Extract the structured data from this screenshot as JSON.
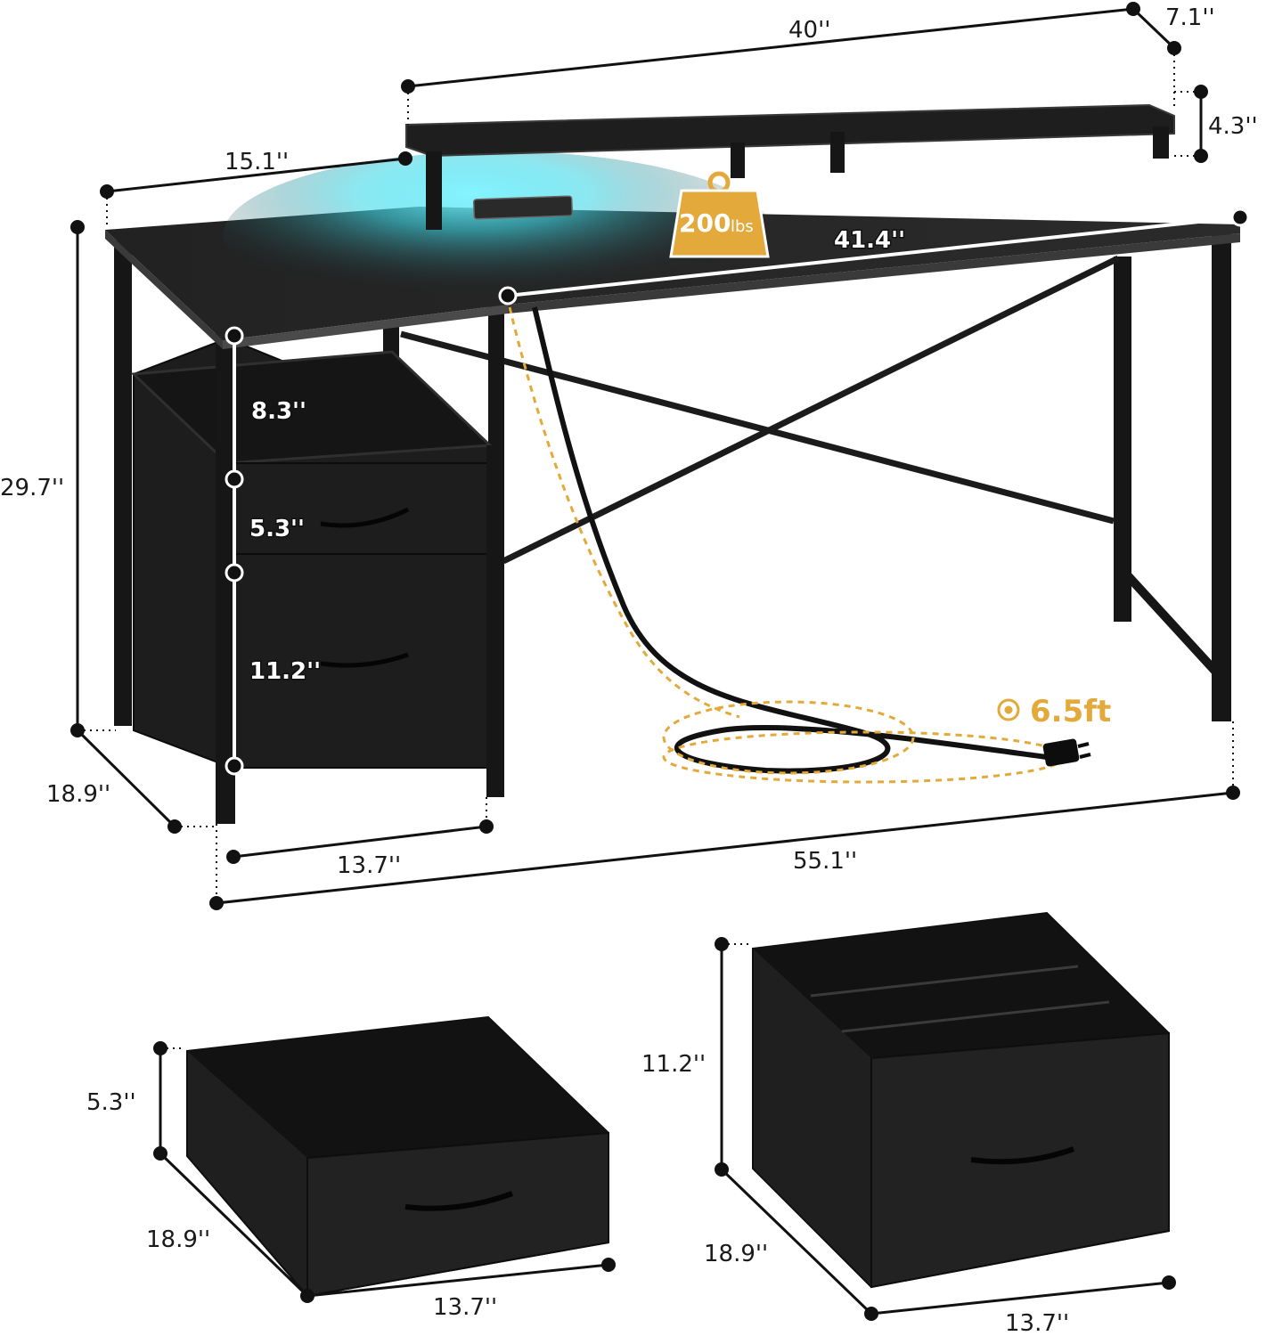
{
  "dimensions": {
    "hutch_width": "40''",
    "hutch_depth": "7.1''",
    "hutch_height": "4.3''",
    "hutch_offset": "15.1''",
    "desktop_right": "41.4''",
    "desk_height": "29.7''",
    "desk_depth": "18.9''",
    "drawer_unit_width": "13.7''",
    "desk_width": "55.1''",
    "shelf_gap": "8.3''",
    "small_drawer_height": "5.3''",
    "large_drawer_height": "11.2''"
  },
  "load_badge": {
    "value": "200",
    "unit": "lbs"
  },
  "power_cord": {
    "label": "6.5ft",
    "icon": "radio-dot-icon"
  },
  "small_drawer": {
    "height": "5.3''",
    "depth": "18.9''",
    "width": "13.7''"
  },
  "file_drawer": {
    "height": "11.2''",
    "depth": "18.9''",
    "width": "13.7''"
  },
  "colors": {
    "led_glow": "#3fd9e8",
    "accent_gold": "#e3a93a",
    "frame": "#161616",
    "fabric": "#1d1d1d"
  }
}
